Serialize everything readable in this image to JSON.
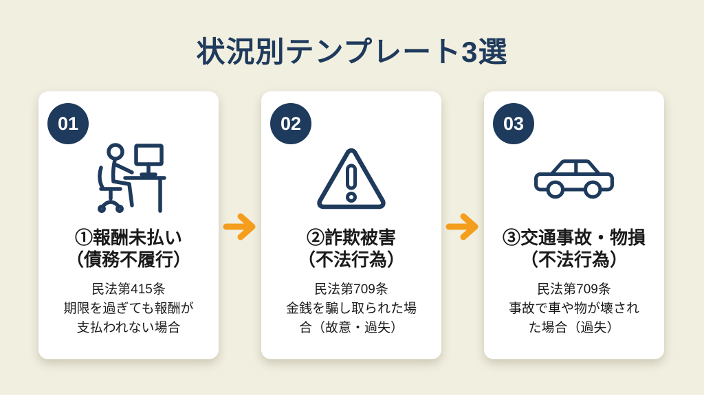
{
  "title": "状況別テンプレート3選",
  "colors": {
    "background": "#F1EFE0",
    "navy": "#1E3A5C",
    "card_white": "#FFFFFF",
    "arrow_orange": "#F59E1E",
    "text_black": "#1A1A1A"
  },
  "cards": [
    {
      "number": "01",
      "icon": "person-at-desk-icon",
      "heading_lines": [
        "①報酬未払い",
        "（債務不履行）"
      ],
      "body_lines": [
        "民法第415条",
        "期限を過ぎても報酬が",
        "支払われない場合"
      ]
    },
    {
      "number": "02",
      "icon": "warning-triangle-icon",
      "heading_lines": [
        "②詐欺被害",
        "（不法行為）"
      ],
      "body_lines": [
        "民法第709条",
        "金銭を騙し取られた場",
        "合（故意・過失）"
      ]
    },
    {
      "number": "03",
      "icon": "car-icon",
      "heading_lines": [
        "③交通事故・物損",
        "（不法行為）"
      ],
      "body_lines": [
        "民法第709条",
        "事故で車や物が壊され",
        "た場合（過失）"
      ]
    }
  ]
}
